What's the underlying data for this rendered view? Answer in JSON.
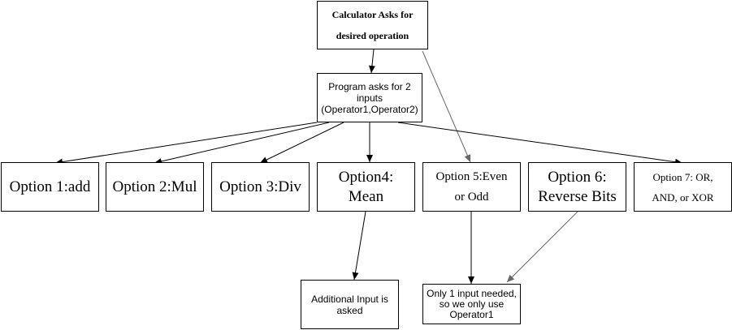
{
  "diagram": {
    "nodes": {
      "start": {
        "label": "Calculator Asks for\ndesired operation"
      },
      "inputs": {
        "label": "Program asks for 2\ninputs\n(Operator1,Operator2)"
      },
      "opt1": {
        "label": "Option 1:add"
      },
      "opt2": {
        "label": "Option 2:Mul"
      },
      "opt3": {
        "label": "Option 3:Div"
      },
      "opt4": {
        "label": "Option4:\nMean"
      },
      "opt5": {
        "label": "Option 5:Even\nor Odd"
      },
      "opt6": {
        "label": "Option 6:\nReverse Bits"
      },
      "opt7": {
        "label": "Option 7:  OR,\nAND, or XOR"
      },
      "mean_extra": {
        "label": "Additional Input is\nasked"
      },
      "single_input": {
        "label": "Only 1 input needed,\nso we only use\nOperator1"
      }
    },
    "edges": [
      {
        "from": "start",
        "to": "inputs"
      },
      {
        "from": "start",
        "to": "opt5"
      },
      {
        "from": "inputs",
        "to": "opt1"
      },
      {
        "from": "inputs",
        "to": "opt2"
      },
      {
        "from": "inputs",
        "to": "opt3"
      },
      {
        "from": "inputs",
        "to": "opt4"
      },
      {
        "from": "inputs",
        "to": "opt7"
      },
      {
        "from": "opt4",
        "to": "mean_extra"
      },
      {
        "from": "opt5",
        "to": "single_input"
      },
      {
        "from": "opt6",
        "to": "single_input"
      }
    ],
    "colors": {
      "stroke": "#000000",
      "fill": "#ffffff",
      "secondary_line": "#666666"
    }
  }
}
